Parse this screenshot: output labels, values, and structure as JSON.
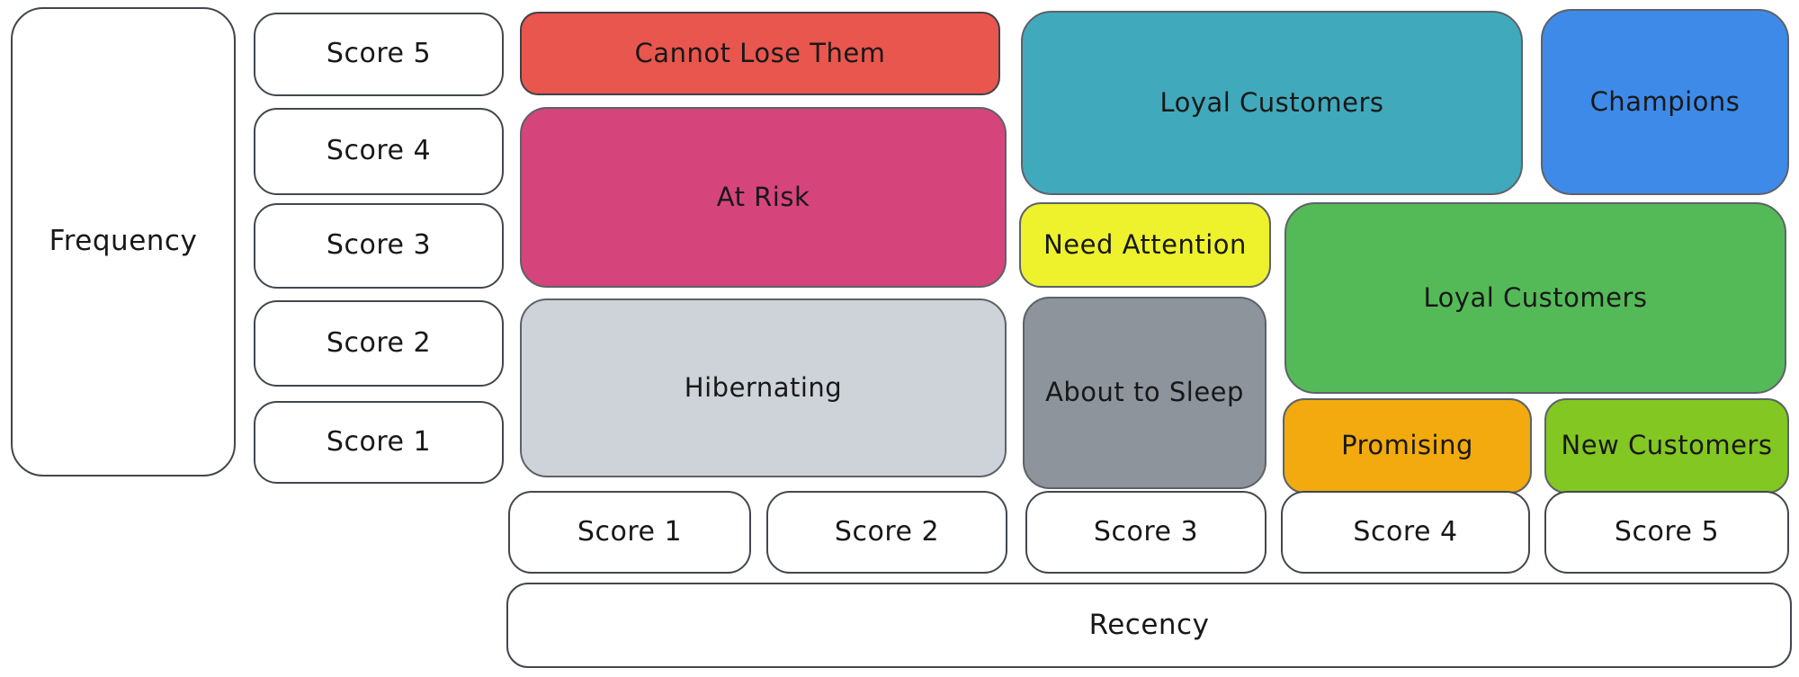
{
  "diagram": {
    "type": "rfm-segmentation-matrix"
  },
  "axes": {
    "frequency": {
      "label": "Frequency",
      "scores": [
        "Score 5",
        "Score 4",
        "Score 3",
        "Score 2",
        "Score 1"
      ]
    },
    "recency": {
      "label": "Recency",
      "scores": [
        "Score 1",
        "Score 2",
        "Score 3",
        "Score 4",
        "Score 5"
      ]
    }
  },
  "colors": {
    "box_border": "#42474d",
    "segment_border": "#5d6269",
    "text": "#181818",
    "background": "#ffffff"
  },
  "segments": [
    {
      "id": "cannot-lose-them",
      "label": "Cannot Lose Them",
      "color": "#E8564E",
      "recency_scores": [
        1,
        2
      ],
      "frequency_scores": [
        5
      ]
    },
    {
      "id": "at-risk",
      "label": "At Risk",
      "color": "#D6447C",
      "recency_scores": [
        1,
        2
      ],
      "frequency_scores": [
        3,
        4
      ]
    },
    {
      "id": "hibernating",
      "label": "Hibernating",
      "color": "#CED3DA",
      "recency_scores": [
        1,
        2
      ],
      "frequency_scores": [
        1,
        2
      ]
    },
    {
      "id": "loyal-customers-top",
      "label": "Loyal Customers",
      "color": "#41A9BC",
      "recency_scores": [
        3,
        4
      ],
      "frequency_scores": [
        4,
        5
      ]
    },
    {
      "id": "champions",
      "label": "Champions",
      "color": "#3E8AE8",
      "recency_scores": [
        5
      ],
      "frequency_scores": [
        4,
        5
      ]
    },
    {
      "id": "need-attention",
      "label": "Need Attention",
      "color": "#EDF22D",
      "recency_scores": [
        3
      ],
      "frequency_scores": [
        3
      ]
    },
    {
      "id": "about-to-sleep",
      "label": "About to Sleep",
      "color": "#8D949C",
      "recency_scores": [
        3
      ],
      "frequency_scores": [
        1,
        2
      ]
    },
    {
      "id": "loyal-customers-mid",
      "label": "Loyal Customers",
      "color": "#54BA58",
      "recency_scores": [
        4,
        5
      ],
      "frequency_scores": [
        2,
        3
      ]
    },
    {
      "id": "promising",
      "label": "Promising",
      "color": "#F2AA0E",
      "recency_scores": [
        4
      ],
      "frequency_scores": [
        1
      ]
    },
    {
      "id": "new-customers",
      "label": "New Customers",
      "color": "#83C722",
      "recency_scores": [
        5
      ],
      "frequency_scores": [
        1
      ]
    }
  ]
}
